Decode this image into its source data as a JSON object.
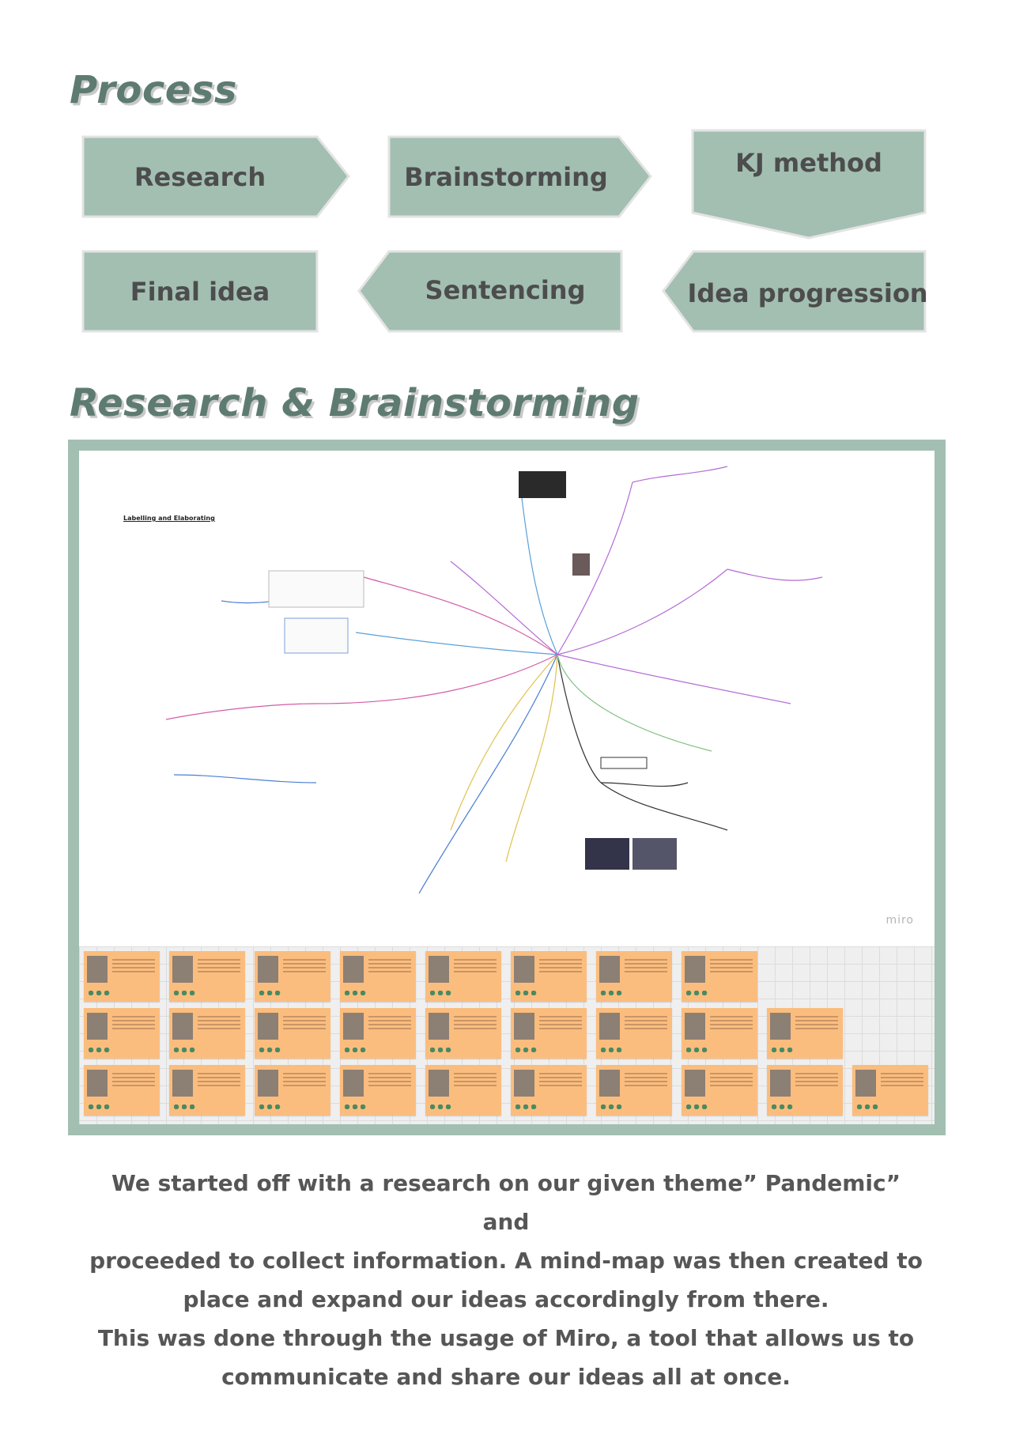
{
  "process": {
    "heading": "Process",
    "steps": [
      {
        "label": "Research"
      },
      {
        "label": "Brainstorming"
      },
      {
        "label": "KJ method"
      },
      {
        "label": "Final idea"
      },
      {
        "label": "Sentencing"
      },
      {
        "label": "Idea progression"
      }
    ]
  },
  "research": {
    "heading": "Research & Brainstorming",
    "board": {
      "title": "Labelling and Elaborating",
      "logo": "miro"
    },
    "description_lines": [
      "We started off with a research on our given theme” Pandemic” and",
      "proceeded to collect information.  A mind-map was then created to",
      "place and expand our ideas accordingly from there.",
      "This was done through the usage of Miro, a tool that allows us to",
      "communicate and share our ideas all at once."
    ]
  },
  "colors": {
    "shape_fill": "#a2bfb2",
    "shape_border": "#e3e3e3",
    "heading": "#5e7b71",
    "sticky": "#fbbd7e",
    "body_text": "#565656"
  }
}
